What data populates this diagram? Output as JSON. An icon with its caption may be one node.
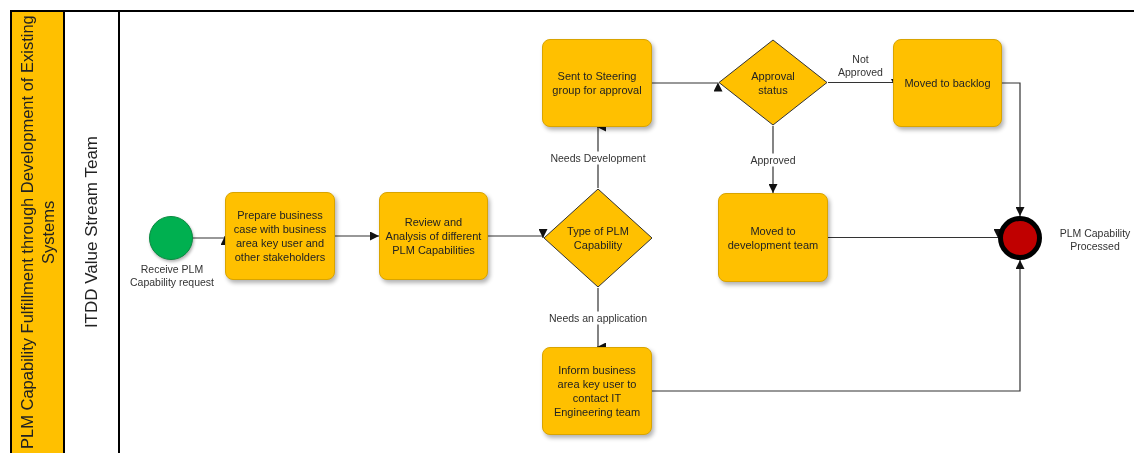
{
  "diagram": {
    "nodes": [
      {
        "text": [
          "PLM Capability Fulfillment through Development of Existing Systems"
        ]
      },
      {
        "text": [
          "ITDD Value Stream Team"
        ],
        "in": 0
      },
      {
        "text": [],
        "shape": "circle",
        "beside": [
          "Receive PLM Capability request"
        ],
        "in": 1
      },
      {
        "text": [
          "Prepare business case with business area key user and other stakeholders"
        ],
        "in": 1
      },
      {
        "text": [
          "Review and Analysis of different PLM Capabilities"
        ],
        "in": 1
      },
      {
        "text": [
          "Type of PLM Capability"
        ],
        "in": 1
      },
      {
        "text": [
          "Sent to Steering group for approval"
        ],
        "in": 1
      },
      {
        "text": [
          "Approval status"
        ],
        "in": 1
      },
      {
        "text": [
          "Moved to backlog"
        ],
        "in": 1
      },
      {
        "text": [
          "Moved to development team"
        ],
        "in": 1
      },
      {
        "text": [
          "Inform business area key user to contact IT Engineering team"
        ],
        "in": 1
      },
      {
        "text": [],
        "shape": "circle",
        "beside": [
          "PLM Capability Processed"
        ],
        "in": 1
      }
    ],
    "edges": [
      {
        "from": 2,
        "to": 3,
        "arrow": "to"
      },
      {
        "from": 3,
        "to": 4,
        "arrow": "to"
      },
      {
        "from": 4,
        "to": 5,
        "arrow": "to"
      },
      {
        "from": 5,
        "to": 6,
        "arrow": "to",
        "label": "Needs Development"
      },
      {
        "from": 5,
        "to": 10,
        "arrow": "to",
        "label": "Needs an application"
      },
      {
        "from": 6,
        "to": 7,
        "arrow": "to"
      },
      {
        "from": 7,
        "to": 8,
        "arrow": "to",
        "label": "Not Approved"
      },
      {
        "from": 7,
        "to": 9,
        "arrow": "to",
        "label": "Approved"
      },
      {
        "from": 8,
        "to": 11,
        "arrow": "to"
      },
      {
        "from": 9,
        "to": 11,
        "arrow": "to"
      },
      {
        "from": 10,
        "to": 11,
        "arrow": "to"
      }
    ]
  }
}
